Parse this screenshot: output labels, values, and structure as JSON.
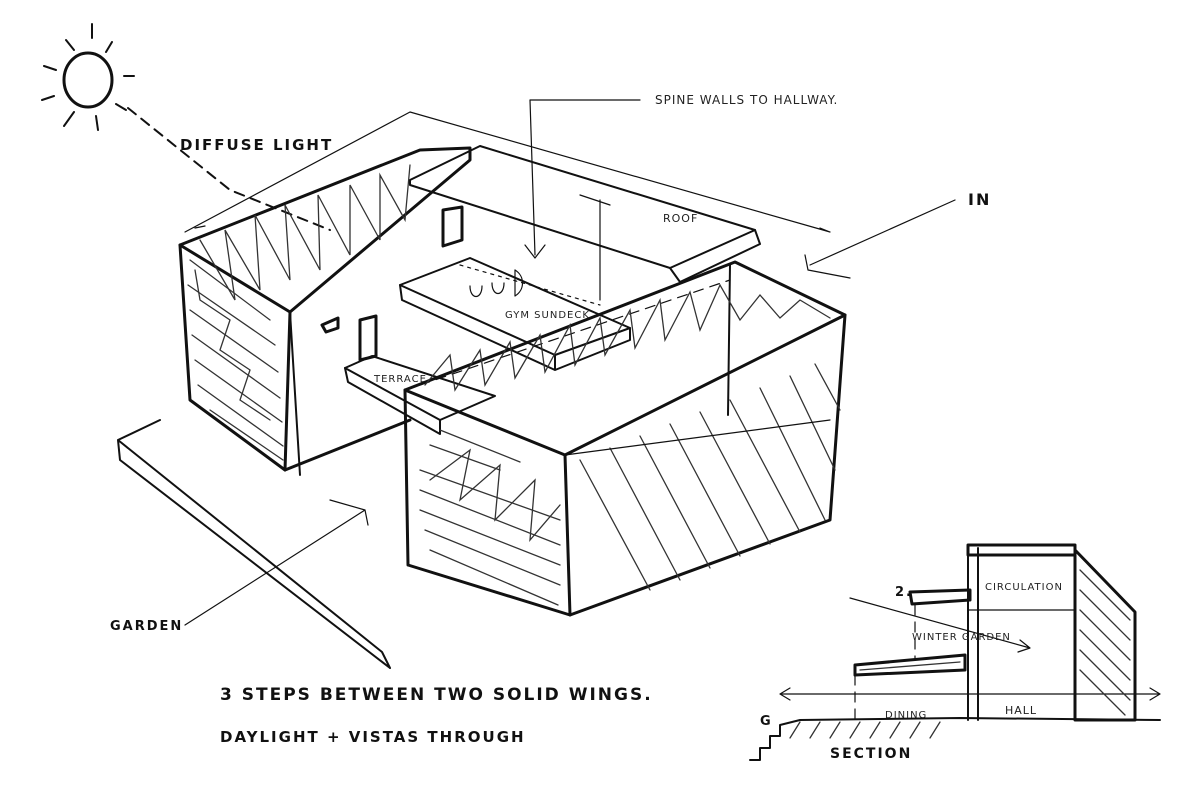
{
  "labels": {
    "diffuse_light": "DIFFUSE LIGHT",
    "spine_walls": "SPINE WALLS TO HALLWAY.",
    "roof": "ROOF",
    "in": "IN",
    "gym_sundeck": "GYM SUNDECK",
    "terrace": "TERRACE",
    "garden": "GARDEN",
    "note_line_1": "3 STEPS BETWEEN TWO SOLID WINGS.",
    "note_line_2": "DAYLIGHT + VISTAS THROUGH",
    "section_title": "SECTION",
    "section_level_2": "2.",
    "section_level_g": "G",
    "circulation": "CIRCULATION",
    "winter_garden": "WINTER GARDEN",
    "dining": "DINING",
    "hall": "HALL"
  }
}
